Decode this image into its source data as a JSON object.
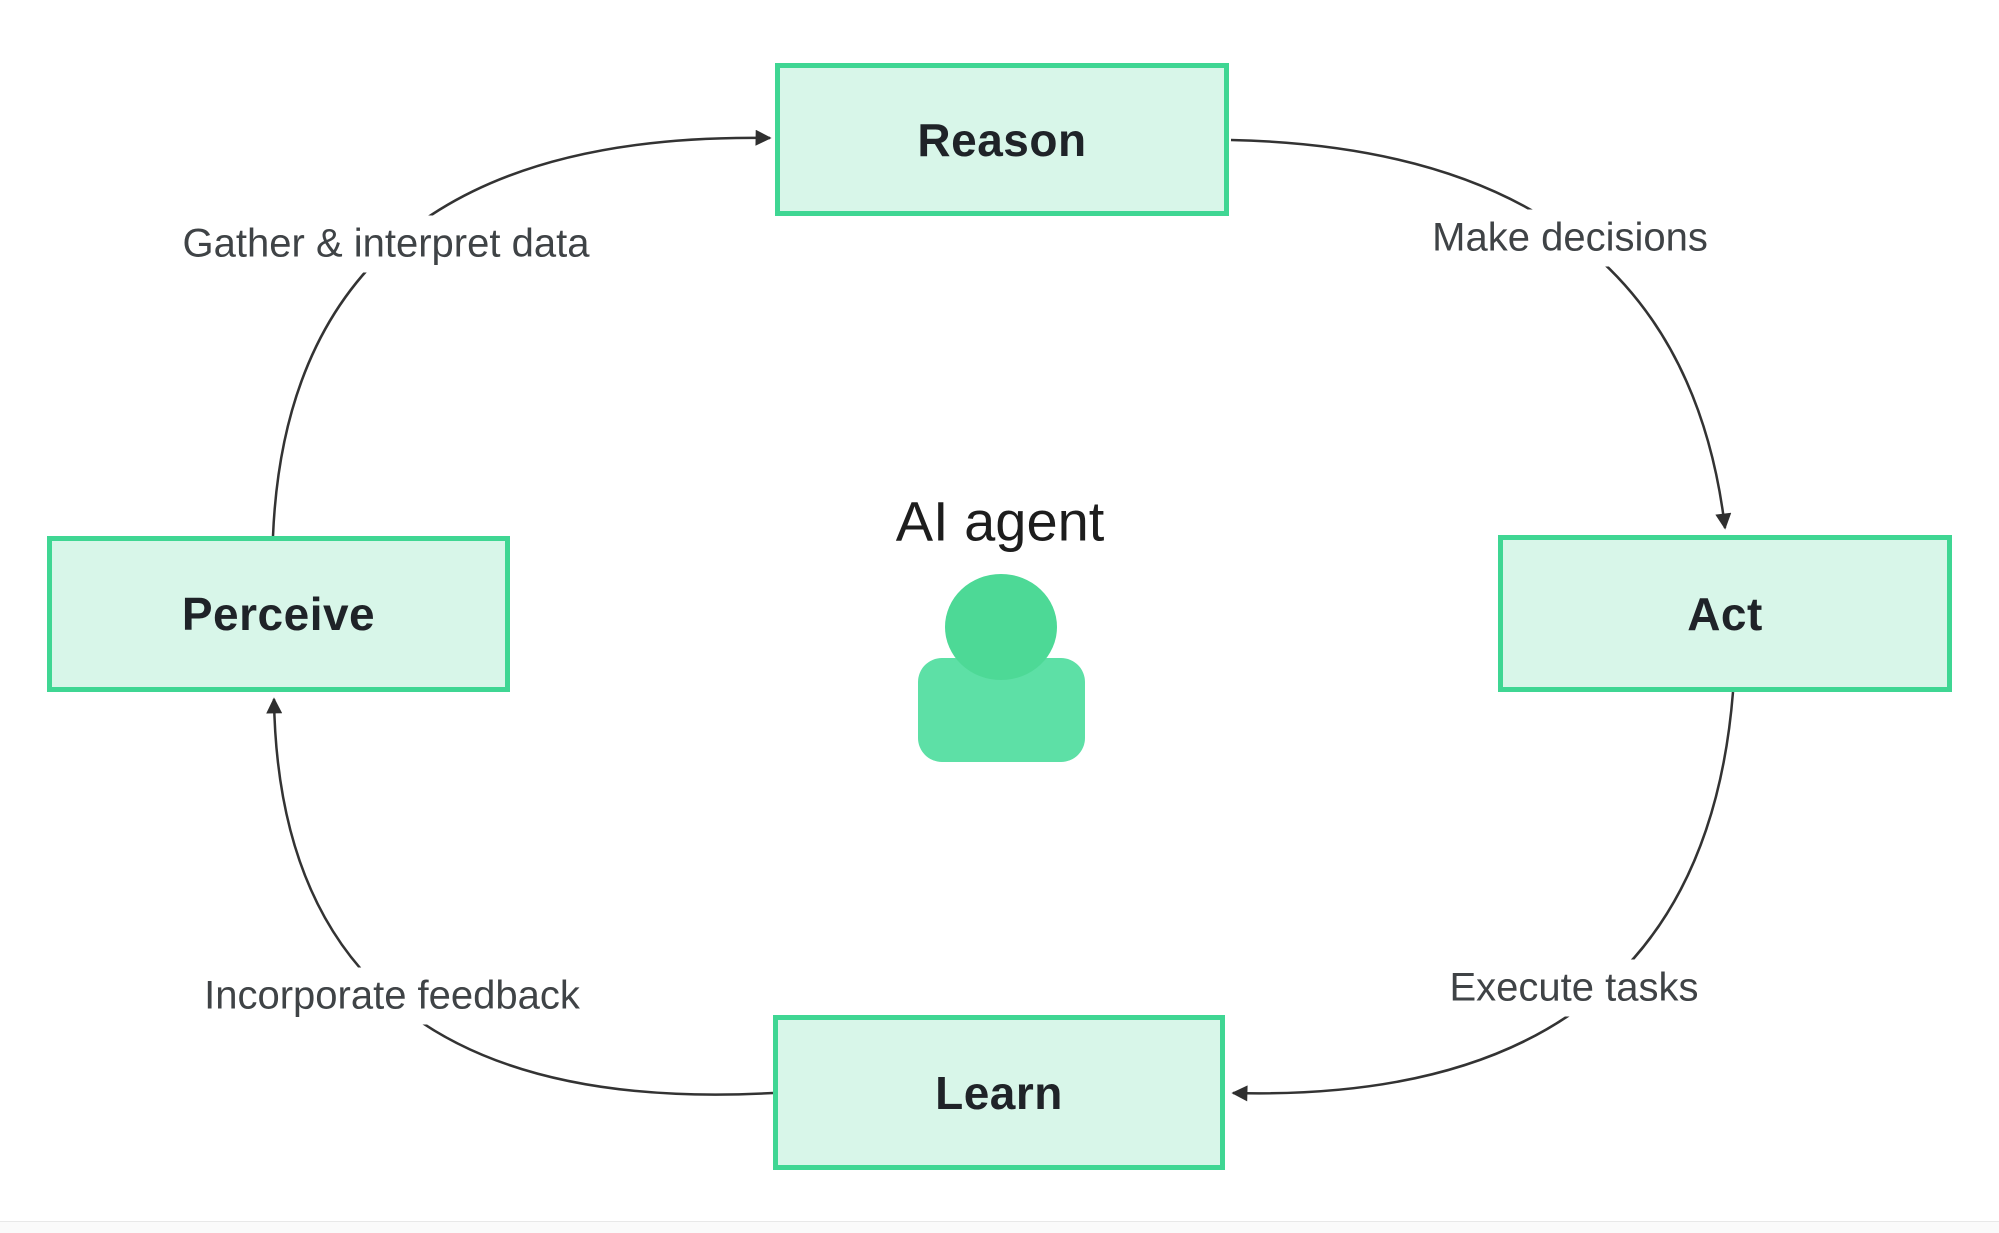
{
  "diagram": {
    "center": {
      "label": "AI agent",
      "icon": "person-icon"
    },
    "nodes": {
      "reason": {
        "label": "Reason"
      },
      "perceive": {
        "label": "Perceive"
      },
      "act": {
        "label": "Act"
      },
      "learn": {
        "label": "Learn"
      }
    },
    "edges": {
      "perceive_to_reason": {
        "from": "perceive",
        "to": "reason",
        "label": "Gather & interpret data"
      },
      "reason_to_act": {
        "from": "reason",
        "to": "act",
        "label": "Make decisions"
      },
      "act_to_learn": {
        "from": "act",
        "to": "learn",
        "label": "Execute tasks"
      },
      "learn_to_perceive": {
        "from": "learn",
        "to": "perceive",
        "label": "Incorporate feedback"
      }
    },
    "colors": {
      "node_fill": "#d8f6e9",
      "node_border": "#3fd693",
      "arrow": "#333333",
      "label_text": "#3f4346",
      "node_text": "#1f2328",
      "agent_head": "#4dd996",
      "agent_body": "#5de0a6",
      "bottombar_bg": "#fafafa",
      "bottombar_border": "#e8e8e8"
    }
  }
}
